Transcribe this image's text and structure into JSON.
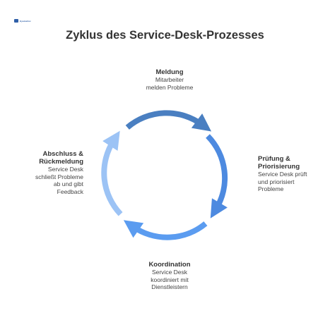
{
  "logo": {
    "text": "Eyemalinc"
  },
  "title": "Zyklus des Service-Desk-Prozesses",
  "steps": [
    {
      "id": "meldung",
      "title": "Meldung",
      "desc": "Mitarbeiter melden Probleme",
      "color": "#4a7fc1"
    },
    {
      "id": "pruefung",
      "title": "Prüfung & Priorisierung",
      "desc": "Service Desk prüft und priorisiert Probleme",
      "color": "#4d8ae0"
    },
    {
      "id": "koordination",
      "title": "Koordination",
      "desc": "Service Desk koordiniert mit Dienstleistern",
      "color": "#5b9cf0"
    },
    {
      "id": "abschluss",
      "title": "Abschluss & Rückmeldung",
      "desc": "Service Desk schließt Probleme ab und gibt Feedback",
      "color": "#9cc3f5"
    }
  ]
}
